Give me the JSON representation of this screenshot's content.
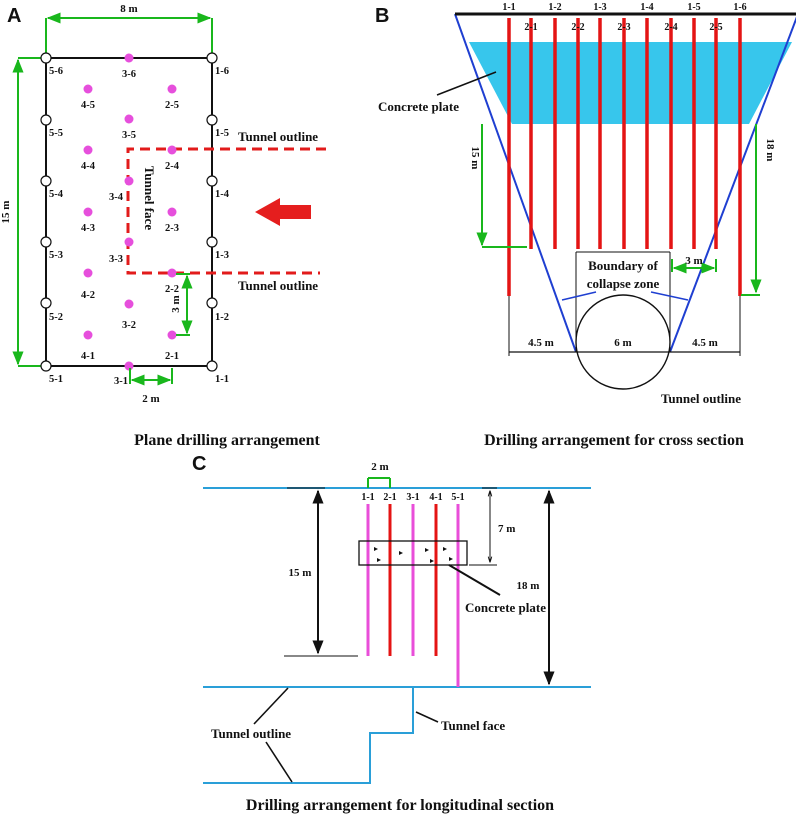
{
  "colors": {
    "hole": "#e64fdc",
    "outline_red": "#e21b1b",
    "drill_red": "#e41414",
    "drill_pink": "#e94ed9",
    "dimension_green": "#19b71c",
    "slope_blue": "#1f3fd1",
    "concrete": "#37c6ec",
    "line_blue": "#2a9fd8",
    "black": "#111111"
  },
  "panel_a": {
    "letter": "A",
    "width_dim": "8 m",
    "height_dim": "15 m",
    "spacing_dim": "2 m",
    "row_dim": "3 m",
    "left_border_labels": [
      "5-6",
      "5-5",
      "5-4",
      "5-3",
      "5-2",
      "5-1"
    ],
    "right_border_labels": [
      "1-6",
      "1-5",
      "1-4",
      "1-3",
      "1-2",
      "1-1"
    ],
    "top_center_label": "3-6",
    "bottom_center_label": "3-1",
    "interior_labels": [
      "4-5",
      "2-5",
      "3-5",
      "4-4",
      "2-4",
      "3-4",
      "4-3",
      "2-3",
      "3-3",
      "2-2",
      "4-2",
      "3-2",
      "4-1",
      "2-1"
    ],
    "tunnel_face": "Tunnel face",
    "tunnel_outline_upper": "Tunnel outline",
    "tunnel_outline_lower": "Tunnel outline",
    "caption": "Plane drilling arrangement",
    "arrow_icon": "arrow-left-icon"
  },
  "panel_b": {
    "letter": "B",
    "top_labels": [
      "1-1",
      "1-2",
      "1-3",
      "1-4",
      "1-5",
      "1-6"
    ],
    "inner_labels": [
      "2-1",
      "2-2",
      "2-3",
      "2-4",
      "2-5"
    ],
    "concrete_plate": "Concrete plate",
    "left_dim": "15 m",
    "right_dim": "18 m",
    "spacing_dim": "3 m",
    "boundary_line1": "Boundary of",
    "boundary_line2": "collapse zone",
    "bottom_left_dim": "4.5 m",
    "bottom_mid_dim": "6 m",
    "bottom_right_dim": "4.5 m",
    "tunnel_outline": "Tunnel outline",
    "caption": "Drilling arrangement for cross section"
  },
  "panel_c": {
    "letter": "C",
    "spacing_dim": "2 m",
    "hole_labels": [
      "1-1",
      "2-1",
      "3-1",
      "4-1",
      "5-1"
    ],
    "short_dim": "7 m",
    "left_dim": "15 m",
    "right_dim": "18 m",
    "concrete_plate": "Concrete plate",
    "tunnel_outline": "Tunnel outline",
    "tunnel_face": "Tunnel face",
    "caption": "Drilling arrangement for longitudinal section"
  }
}
